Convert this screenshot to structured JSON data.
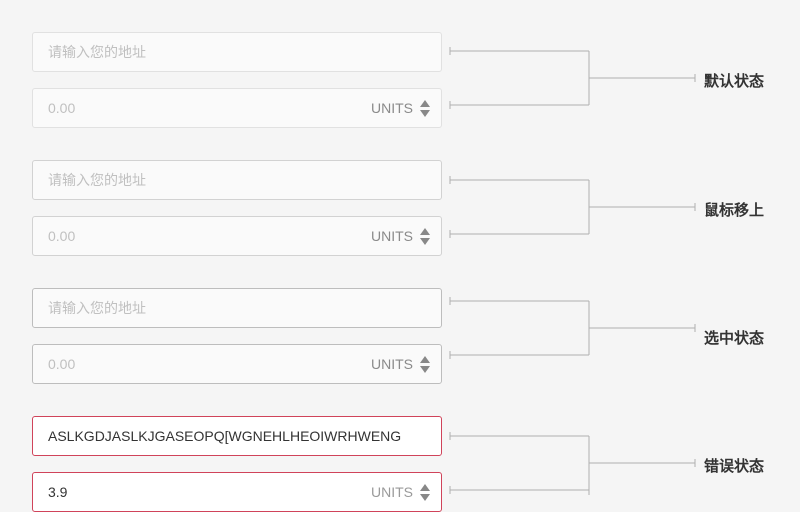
{
  "groups": [
    {
      "state": "默认状态",
      "address_placeholder": "请输入您的地址",
      "address_value": "",
      "amount_placeholder": "0.00",
      "amount_value": "",
      "unit": "UNITS"
    },
    {
      "state": "鼠标移上",
      "address_placeholder": "请输入您的地址",
      "address_value": "",
      "amount_placeholder": "0.00",
      "amount_value": "",
      "unit": "UNITS"
    },
    {
      "state": "选中状态",
      "address_placeholder": "请输入您的地址",
      "address_value": "",
      "amount_placeholder": "0.00",
      "amount_value": "",
      "unit": "UNITS"
    },
    {
      "state": "错误状态",
      "address_placeholder": "",
      "address_value": "ASLKGDJASLKJGASEOPQ[WGNEHLHEOIWRHWENG",
      "amount_placeholder": "",
      "amount_value": "3.9",
      "unit": "UNITS"
    }
  ],
  "icons": {
    "spinner": "up-down-triangle-icon"
  },
  "colors": {
    "error_border": "#d0435a",
    "connector": "#b0b0b0",
    "label": "#333333"
  }
}
